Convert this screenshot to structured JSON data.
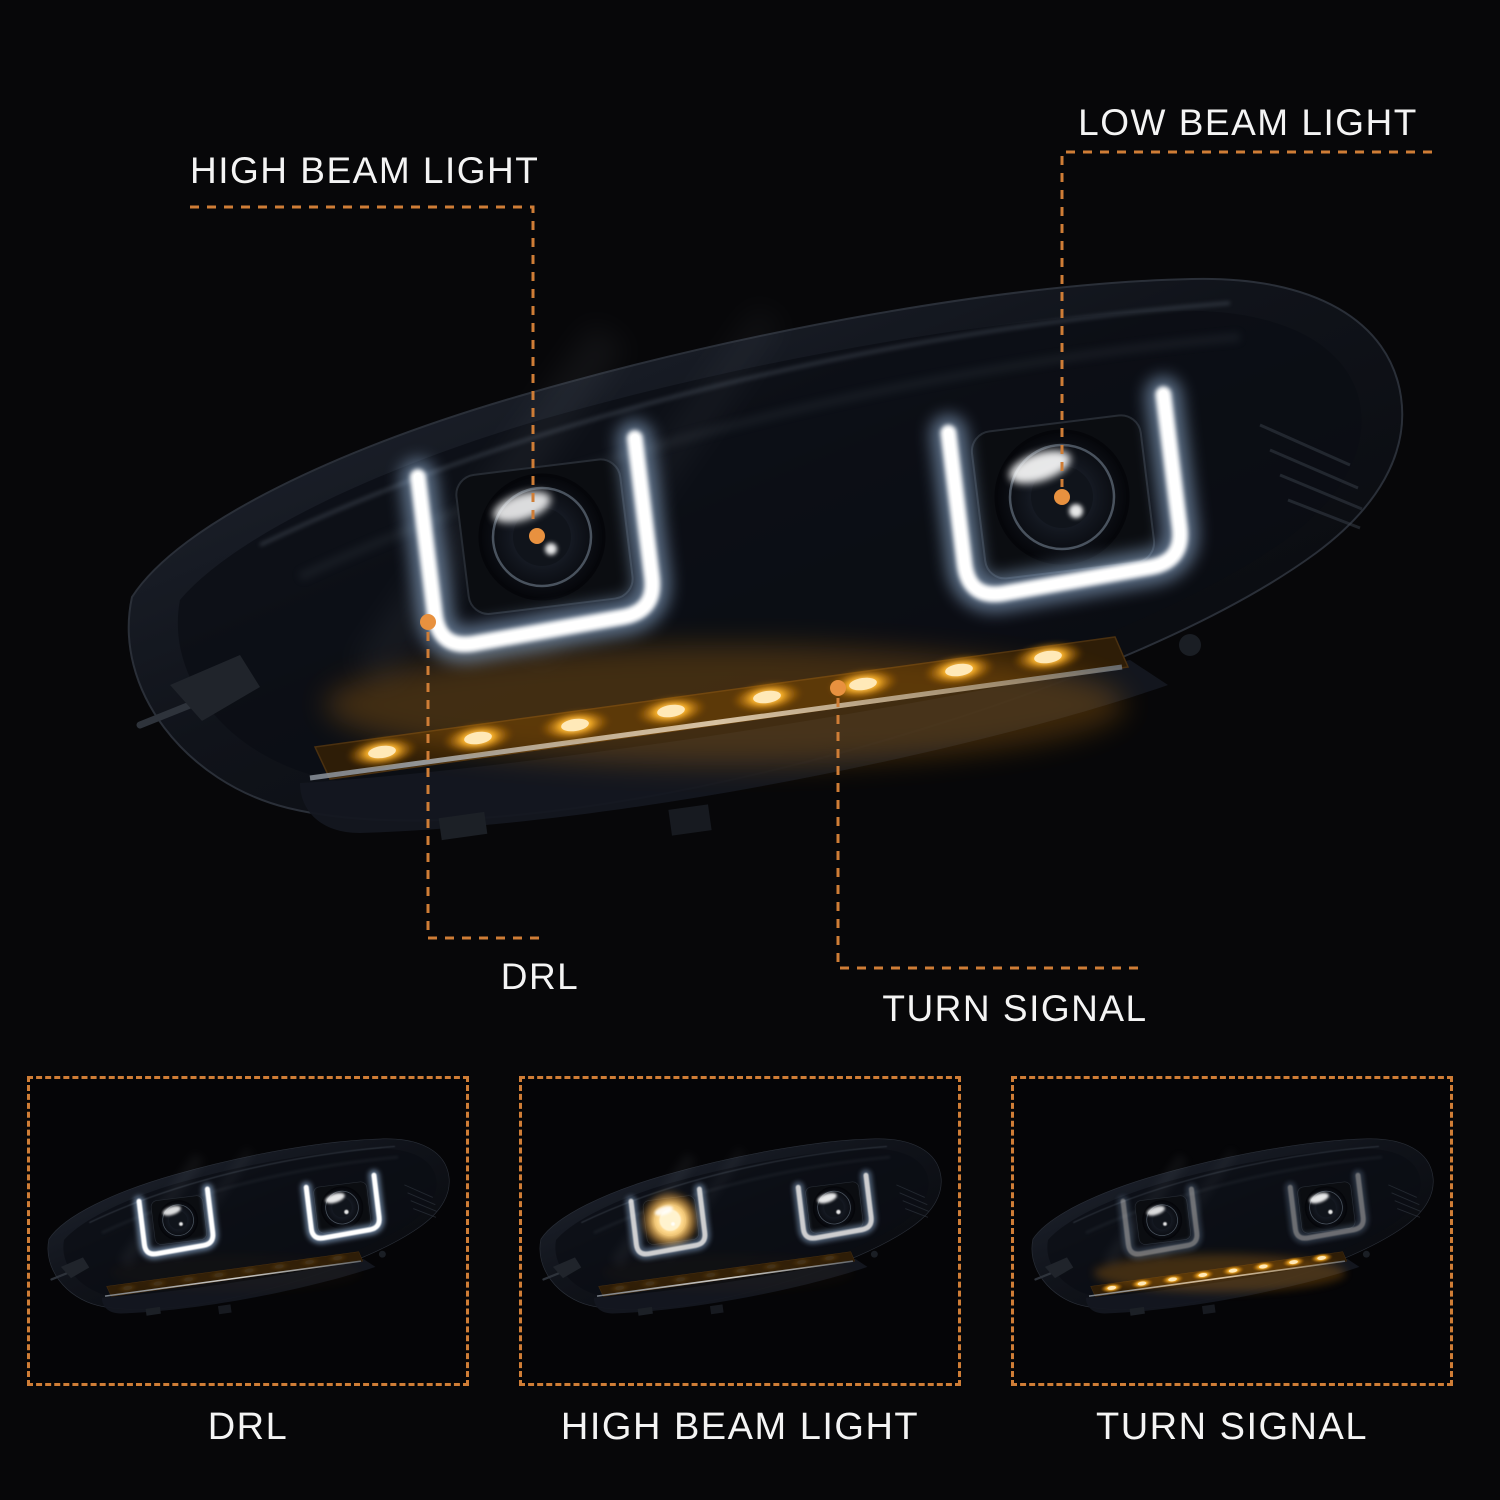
{
  "meta": {
    "description": "LED headlight product feature diagram"
  },
  "colors": {
    "background": "#070709",
    "accent_orange": "#cf7d36",
    "dot_orange": "#e8913f",
    "label_text": "#f4f4f4",
    "amber_led": "#ffb62a",
    "drl_white": "#ffffff"
  },
  "callouts": {
    "high_beam": {
      "label": "HIGH BEAM LIGHT"
    },
    "low_beam": {
      "label": "LOW BEAM LIGHT"
    },
    "drl": {
      "label": "DRL"
    },
    "turn_signal": {
      "label": "TURN SIGNAL"
    }
  },
  "thumbnails": [
    {
      "id": "drl",
      "label": "DRL"
    },
    {
      "id": "high_beam",
      "label": "HIGH BEAM LIGHT"
    },
    {
      "id": "turn_signal",
      "label": "TURN SIGNAL"
    }
  ]
}
